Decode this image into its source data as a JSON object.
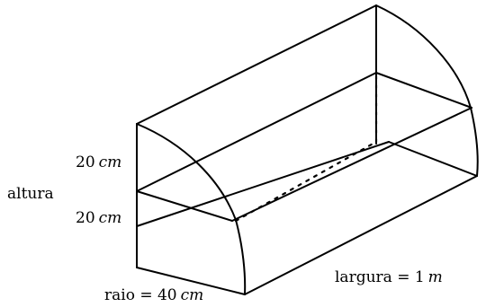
{
  "labels": {
    "altura": "altura",
    "upper_height_value": "20",
    "upper_height_unit": "cm",
    "lower_height_value": "20",
    "lower_height_unit": "cm",
    "raio_prefix": "raio = 40",
    "raio_unit": "cm",
    "largura_prefix": "largura = 1",
    "largura_unit": "m"
  },
  "colors": {
    "stroke": "#000000",
    "background": "#ffffff"
  }
}
